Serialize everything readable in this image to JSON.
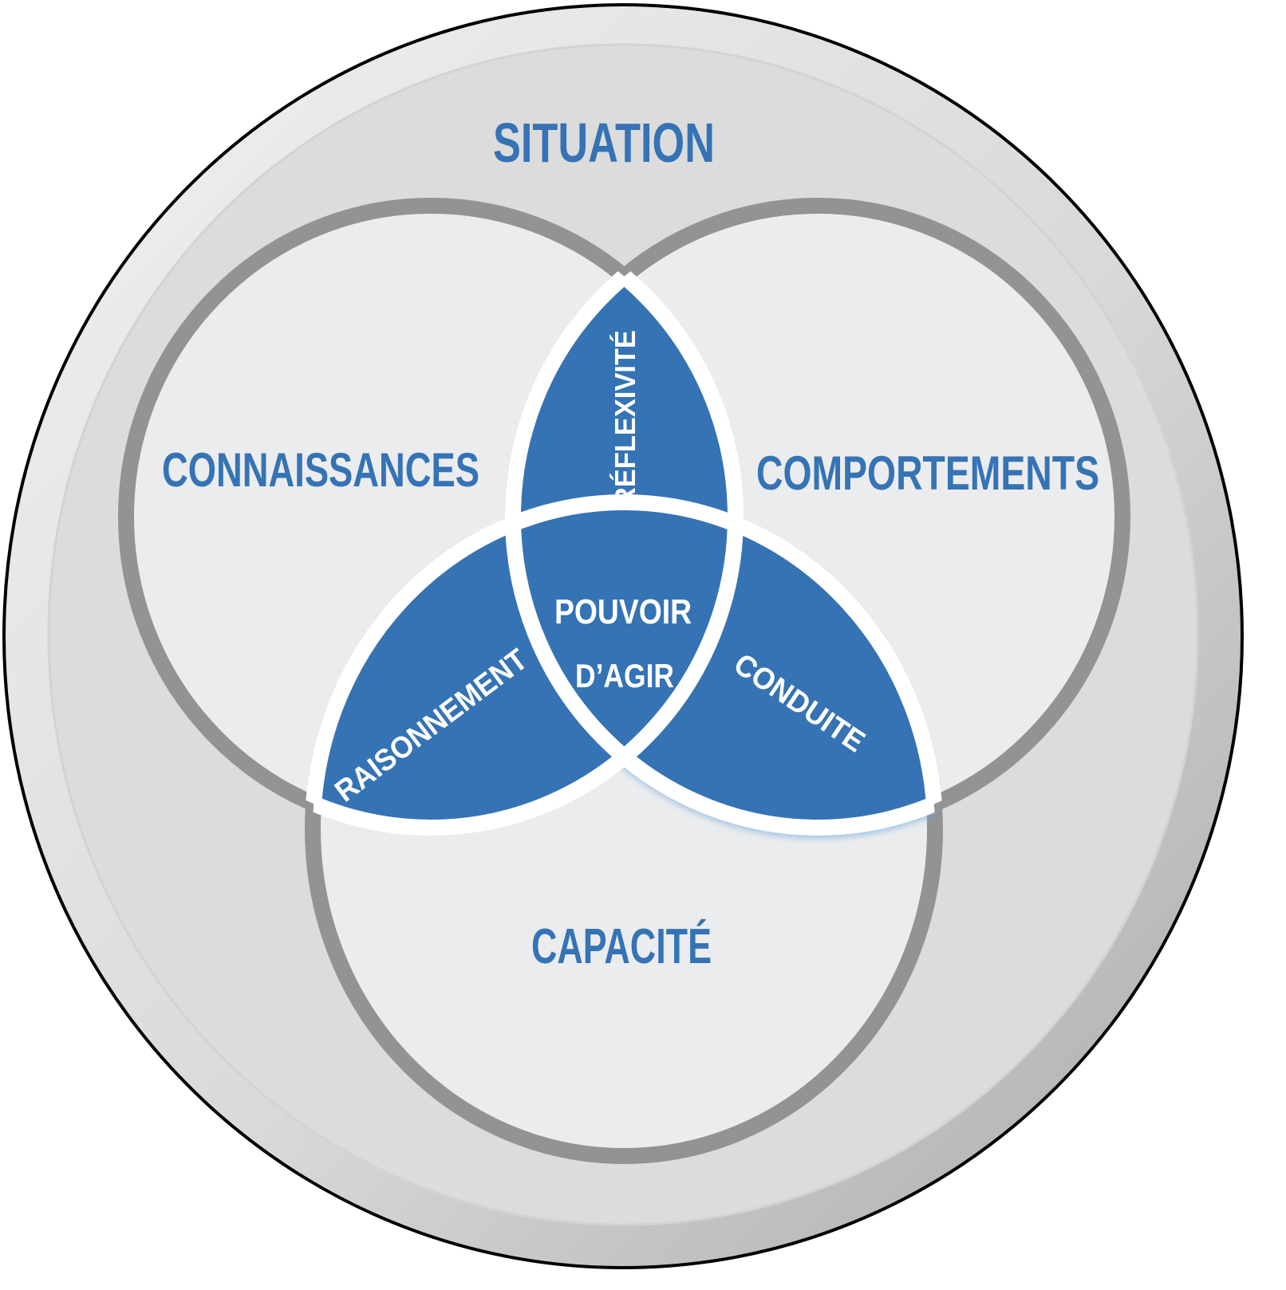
{
  "diagram": {
    "title": "Situation",
    "circles": {
      "top_left": "Connaissances",
      "top_right": "Comportements",
      "bottom": "Capacité"
    },
    "intersections": {
      "top": "Réflexivité",
      "left": "Raisonnement",
      "right": "Conduite",
      "center_line1": "Pouvoir",
      "center_line2": "d’agir"
    },
    "colors": {
      "accent_blue": "#3573b4",
      "circle_fill": "#ebeced",
      "circle_ring": "#939393",
      "outer_disc": "#dcdcdc",
      "outline_white": "#ffffff"
    }
  }
}
